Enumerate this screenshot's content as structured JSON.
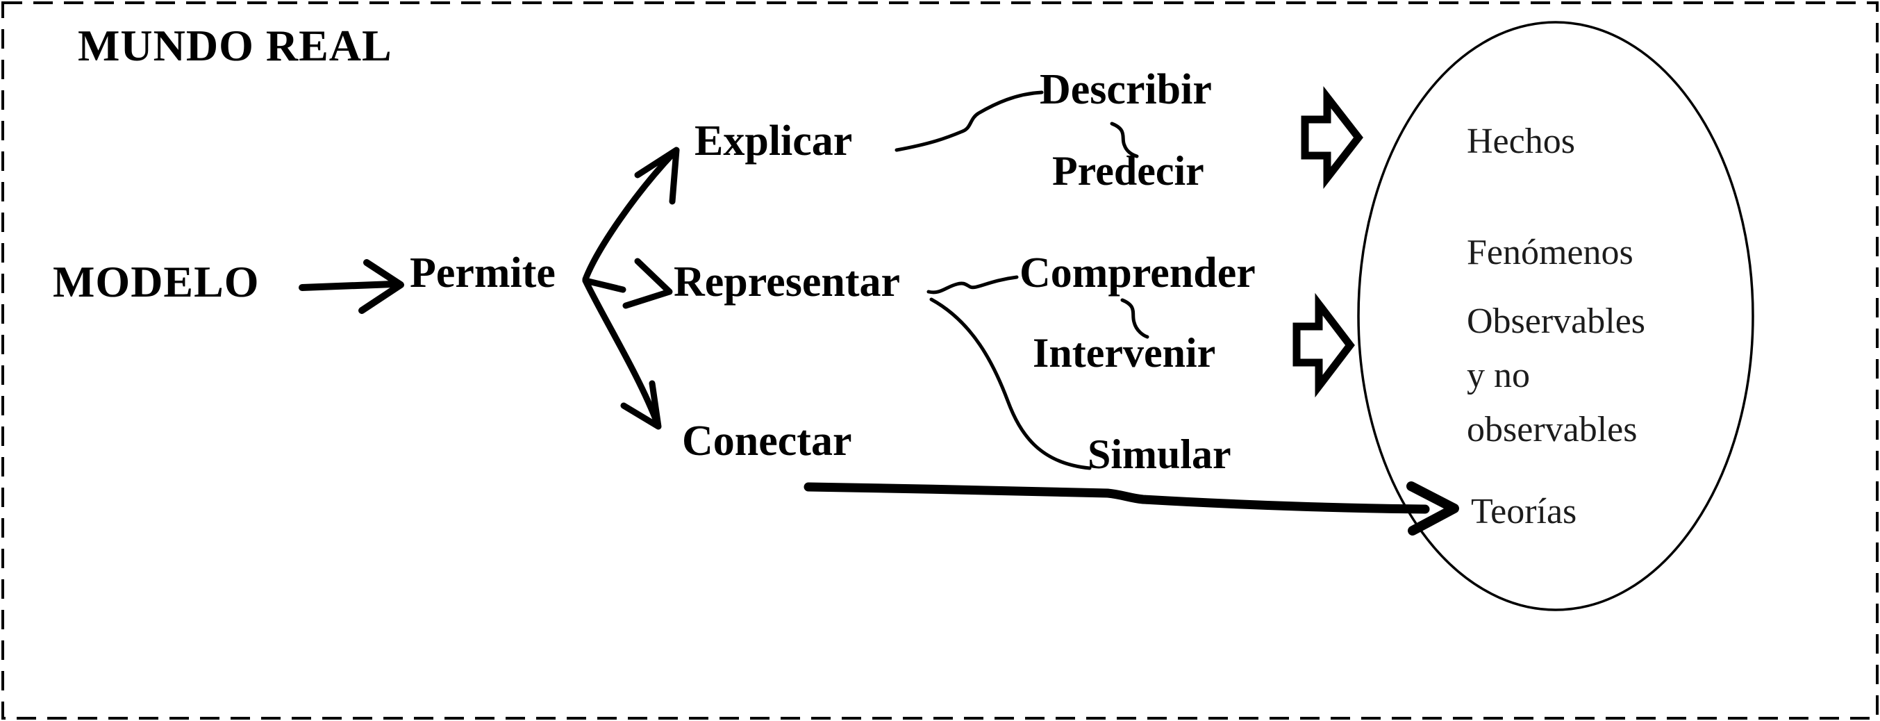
{
  "frame_label": "MUNDO REAL",
  "diagram": {
    "root": "MODELO",
    "connector": "Permite",
    "branches": {
      "explicar": "Explicar",
      "representar": "Representar",
      "conectar": "Conectar"
    },
    "outcomes": {
      "describir": "Describir",
      "predecir": "Predecir",
      "comprender": "Comprender",
      "intervenir": "Intervenir",
      "simular": "Simular"
    },
    "ellipse_items": {
      "hechos": "Hechos",
      "fenomenos": "Fenómenos",
      "observables": "Observables\ny no\nobservables",
      "teorias": "Teorías"
    },
    "relations": [
      "MODELO → Permite",
      "Permite → Explicar",
      "Permite → Representar",
      "Permite → Conectar",
      "Explicar ~ Describir / Predecir",
      "Representar ~ Comprender / Intervenir",
      "Representar ~ Simular",
      "Conectar → Teorías"
    ]
  },
  "colors": {
    "ink": "#000000",
    "paper": "#ffffff"
  }
}
